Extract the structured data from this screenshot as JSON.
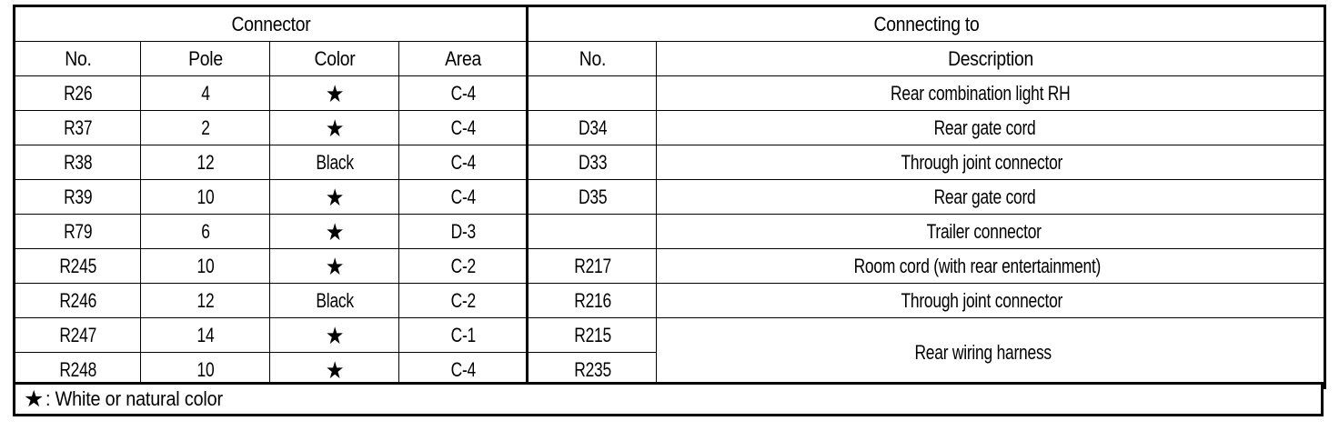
{
  "table": {
    "group_headers": {
      "connector": "Connector",
      "connecting_to": "Connecting to"
    },
    "columns": {
      "connector_no": "No.",
      "pole": "Pole",
      "color": "Color",
      "area": "Area",
      "connecting_no": "No.",
      "description": "Description"
    },
    "star_symbol": "★",
    "rows": [
      {
        "connector_no": "R26",
        "pole": "4",
        "color": "★",
        "color_is_star": true,
        "area": "C-4",
        "connecting_no": "",
        "description": "Rear combination light RH"
      },
      {
        "connector_no": "R37",
        "pole": "2",
        "color": "★",
        "color_is_star": true,
        "area": "C-4",
        "connecting_no": "D34",
        "description": "Rear gate cord"
      },
      {
        "connector_no": "R38",
        "pole": "12",
        "color": "Black",
        "color_is_star": false,
        "area": "C-4",
        "connecting_no": "D33",
        "description": "Through joint connector"
      },
      {
        "connector_no": "R39",
        "pole": "10",
        "color": "★",
        "color_is_star": true,
        "area": "C-4",
        "connecting_no": "D35",
        "description": "Rear gate cord"
      },
      {
        "connector_no": "R79",
        "pole": "6",
        "color": "★",
        "color_is_star": true,
        "area": "D-3",
        "connecting_no": "",
        "description": "Trailer connector"
      },
      {
        "connector_no": "R245",
        "pole": "10",
        "color": "★",
        "color_is_star": true,
        "area": "C-2",
        "connecting_no": "R217",
        "description": "Room cord (with rear entertainment)"
      },
      {
        "connector_no": "R246",
        "pole": "12",
        "color": "Black",
        "color_is_star": false,
        "area": "C-2",
        "connecting_no": "R216",
        "description": "Through joint connector"
      },
      {
        "connector_no": "R247",
        "pole": "14",
        "color": "★",
        "color_is_star": true,
        "area": "C-1",
        "connecting_no": "R215",
        "description": "Rear wiring harness",
        "description_rowspan": 2
      },
      {
        "connector_no": "R248",
        "pole": "10",
        "color": "★",
        "color_is_star": true,
        "area": "C-4",
        "connecting_no": "R235",
        "description": null
      }
    ]
  },
  "footnote": {
    "star": "★",
    "text": ": White or natural color"
  },
  "colors": {
    "ink": "#000000",
    "paper": "#ffffff"
  }
}
